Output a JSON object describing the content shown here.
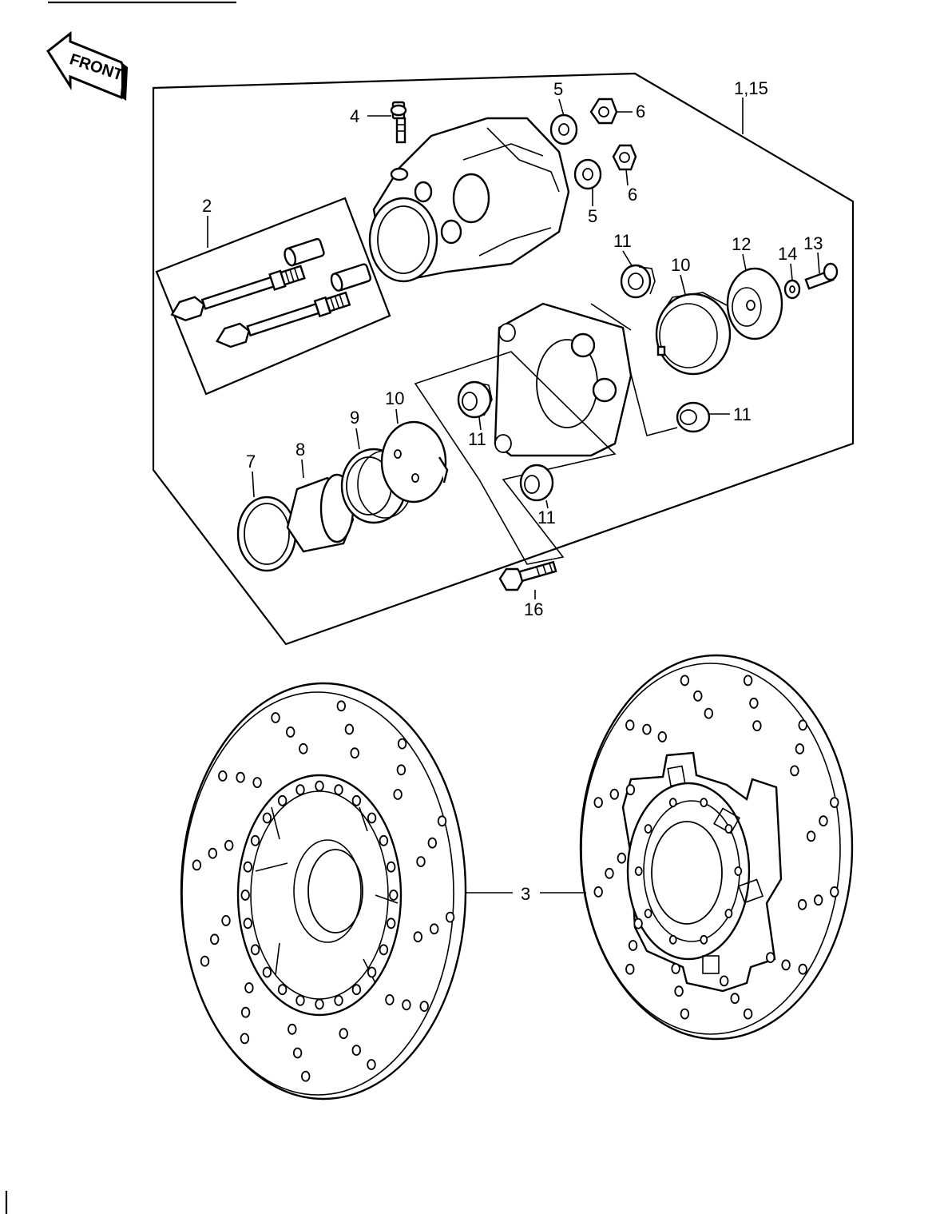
{
  "front_badge": {
    "text": "FRONT"
  },
  "callouts": {
    "c1_15": "1,15",
    "c2": "2",
    "c3": "3",
    "c4": "4",
    "c5a": "5",
    "c5b": "5",
    "c6a": "6",
    "c6b": "6",
    "c7": "7",
    "c8": "8",
    "c9": "9",
    "c10a": "10",
    "c10b": "10",
    "c11a": "11",
    "c11b": "11",
    "c11c": "11",
    "c11d": "11",
    "c12": "12",
    "c13": "13",
    "c14": "14",
    "c16": "16"
  }
}
